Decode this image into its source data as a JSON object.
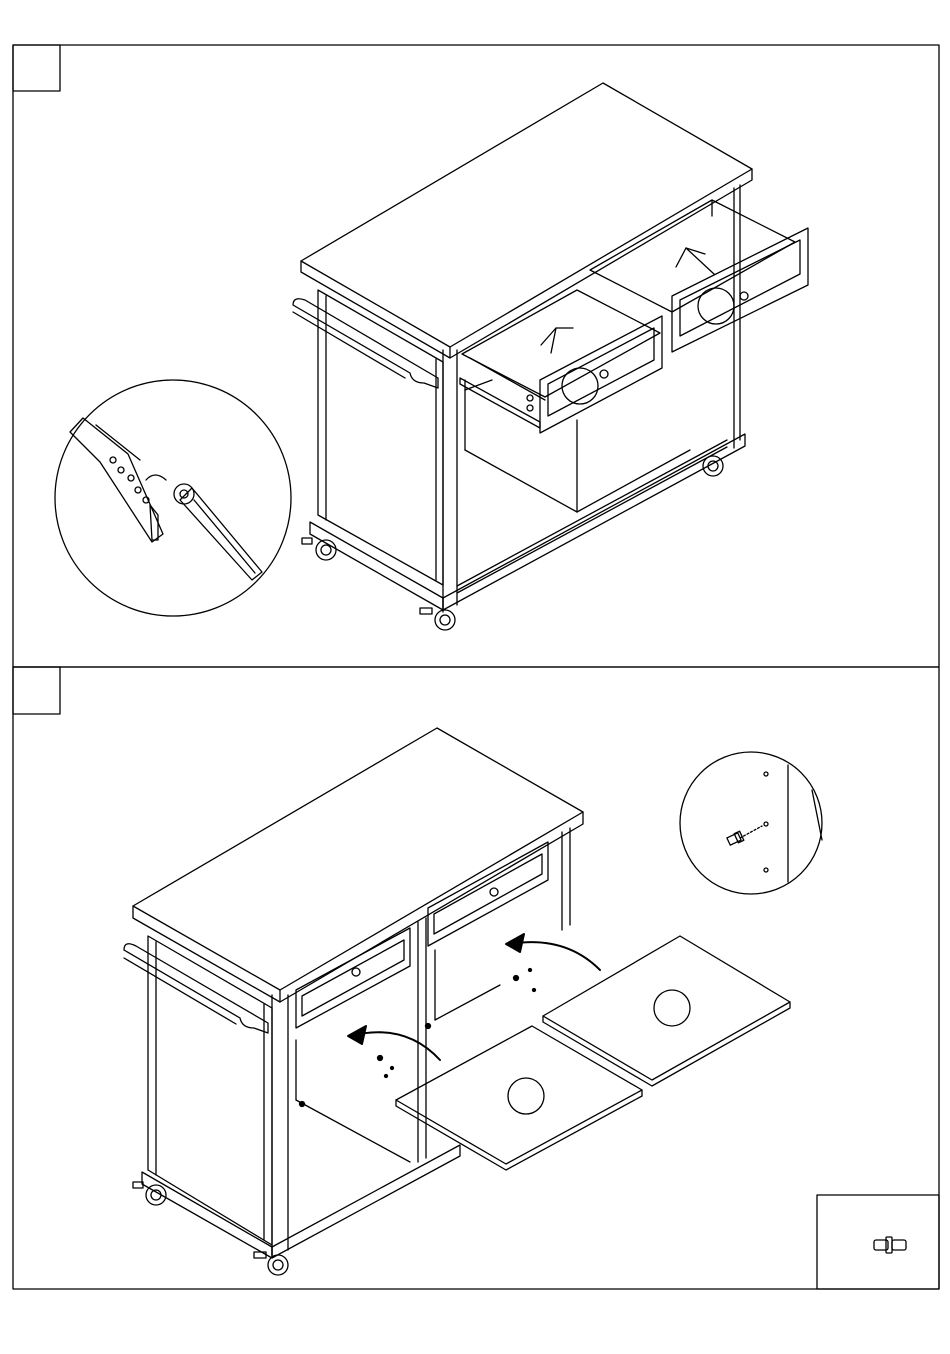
{
  "document": {
    "kind": "assembly-instruction-sheet",
    "steps": [
      {
        "number": "",
        "illustration": "drawer-insertion-onto-slide-rails",
        "detail": "drawer-rail-wheel-engaging-hook-icon"
      },
      {
        "number": "",
        "illustration": "shelf-panels-placed-on-shelf-pins",
        "detail": "shelf-pin-inserted-into-hole-icon"
      }
    ],
    "hardware_callout": {
      "part": "shelf-pin-icon",
      "quantity": ""
    }
  },
  "colors": {
    "line": "#000000",
    "paper": "#ffffff"
  }
}
